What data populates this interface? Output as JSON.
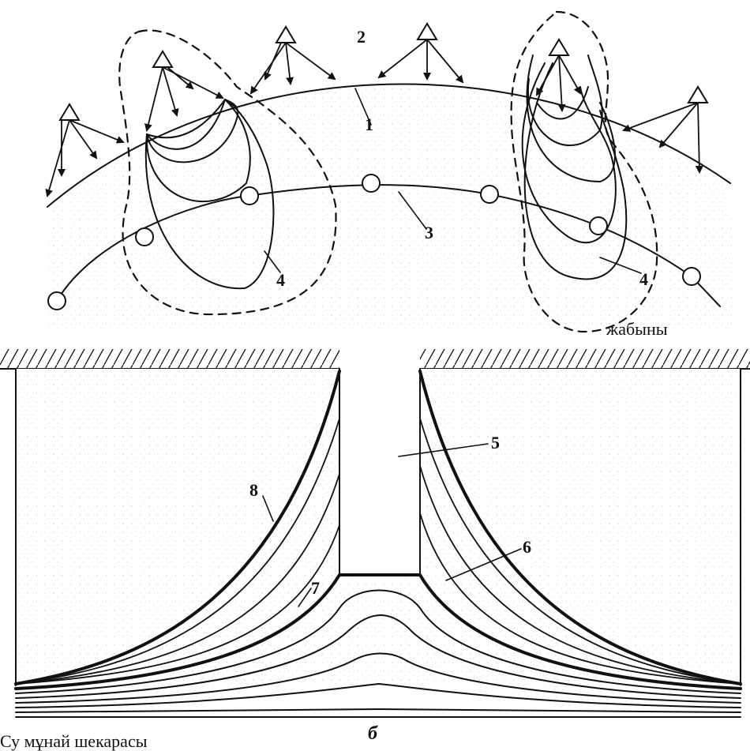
{
  "top_panel": {
    "labels": {
      "one": "1",
      "two": "2",
      "three": "3",
      "four_left": "4",
      "four_right": "4"
    }
  },
  "bottom_panel": {
    "labels": {
      "five": "5",
      "six": "6",
      "seven": "7",
      "eight": "8"
    },
    "roof_caption": "жабыны",
    "owc_caption": "Су мұнай шекарасы",
    "panel_letter": "б"
  }
}
